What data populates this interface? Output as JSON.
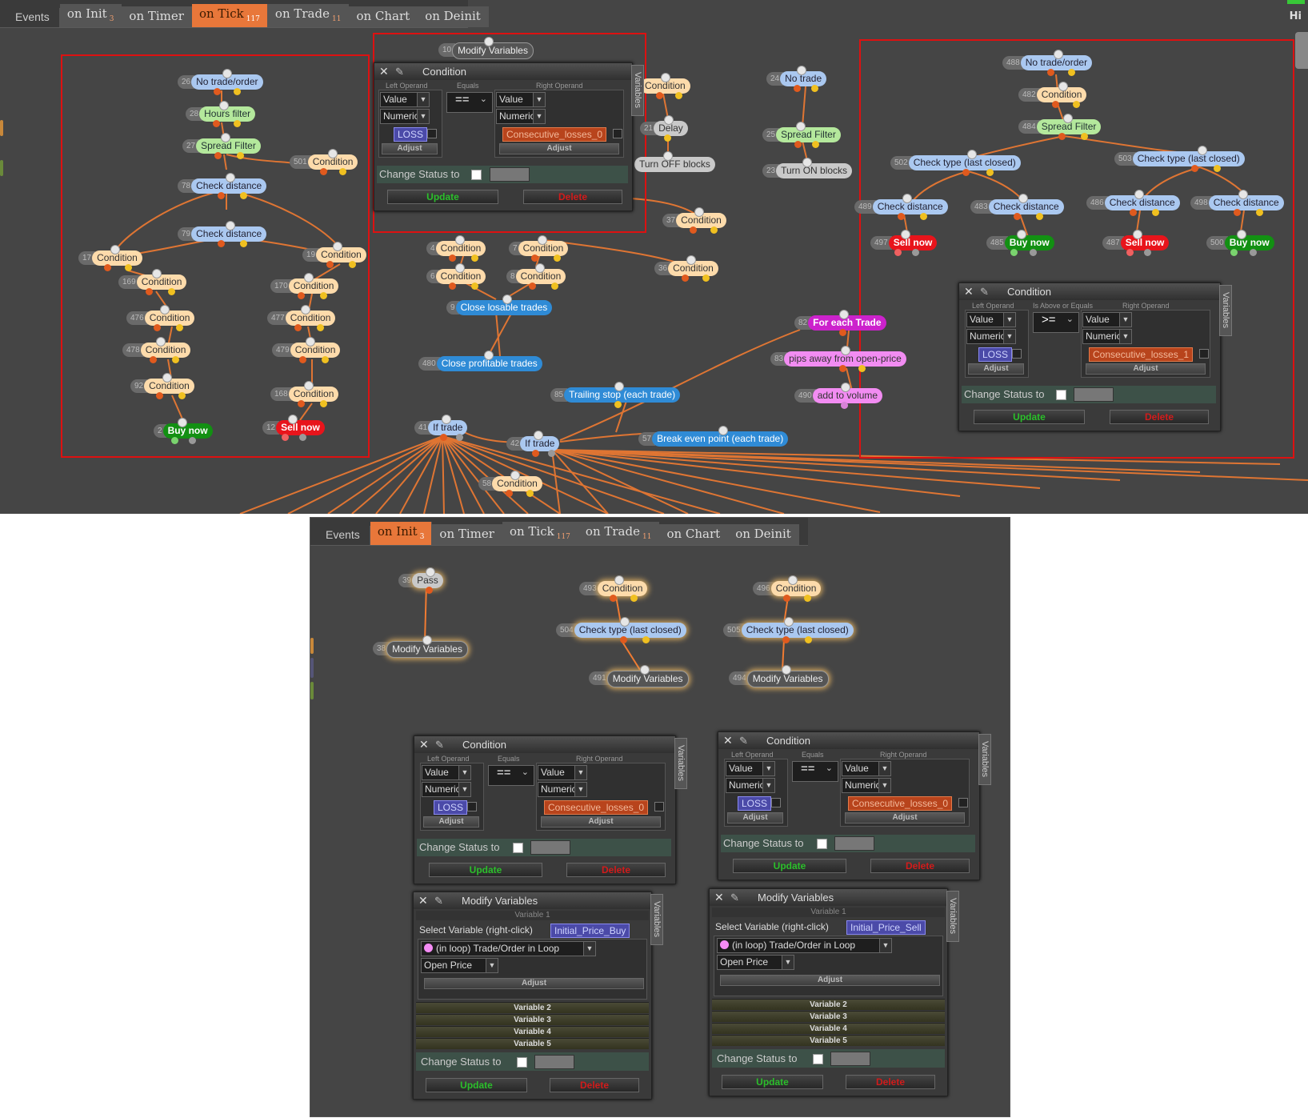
{
  "tabs": {
    "events_label": "Events",
    "init": "on Init",
    "init_count": "3",
    "timer": "on Timer",
    "tick": "on Tick",
    "tick_count": "117",
    "trade": "on Trade",
    "trade_count": "11",
    "chart": "on Chart",
    "deinit": "on Deinit"
  },
  "top_right_label": "Hi",
  "nodes": {
    "n10": {
      "num": "10",
      "label": "Modify Variables"
    },
    "n26": {
      "num": "26",
      "label": "No trade/order"
    },
    "n28": {
      "num": "28",
      "label": "Hours filter"
    },
    "n27": {
      "num": "27",
      "label": "Spread Filter"
    },
    "n501": {
      "num": "501",
      "label": "Condition"
    },
    "n78": {
      "num": "78",
      "label": "Check distance"
    },
    "n79": {
      "num": "79",
      "label": "Check distance"
    },
    "n17": {
      "num": "17",
      "label": "Condition"
    },
    "n19": {
      "num": "19",
      "label": "Condition"
    },
    "n169": {
      "num": "169",
      "label": "Condition"
    },
    "n170": {
      "num": "170",
      "label": "Condition"
    },
    "n476": {
      "num": "476",
      "label": "Condition"
    },
    "n477": {
      "num": "477",
      "label": "Condition"
    },
    "n478": {
      "num": "478",
      "label": "Condition"
    },
    "n479": {
      "num": "479",
      "label": "Condition"
    },
    "n92": {
      "num": "92",
      "label": "Condition"
    },
    "n168": {
      "num": "168",
      "label": "Condition"
    },
    "n2": {
      "num": "2",
      "label": "Buy now"
    },
    "n12": {
      "num": "12",
      "label": "Sell now"
    },
    "nc1": {
      "label": "Condition"
    },
    "n21": {
      "num": "21",
      "label": "Delay"
    },
    "nto": {
      "label": "Turn OFF blocks"
    },
    "n24": {
      "num": "24",
      "label": "No trade"
    },
    "n25": {
      "num": "25",
      "label": "Spread Filter"
    },
    "n23": {
      "num": "23",
      "label": "Turn ON blocks"
    },
    "n37": {
      "num": "37",
      "label": "Condition"
    },
    "n4": {
      "num": "4",
      "label": "Condition"
    },
    "n7": {
      "num": "7",
      "label": "Condition"
    },
    "n6": {
      "num": "6",
      "label": "Condition"
    },
    "n8": {
      "num": "8",
      "label": "Condition"
    },
    "n36": {
      "num": "36",
      "label": "Condition"
    },
    "n9": {
      "num": "9",
      "label": "Close losable trades"
    },
    "n480": {
      "num": "480",
      "label": "Close profitable trades"
    },
    "n82": {
      "num": "82",
      "label": "For each Trade"
    },
    "n83": {
      "num": "83",
      "label": "pips away from open-price"
    },
    "n490": {
      "num": "490",
      "label": "add to volume"
    },
    "n85": {
      "num": "85",
      "label": "Trailing stop (each trade)"
    },
    "n41": {
      "num": "41",
      "label": "If trade"
    },
    "n42": {
      "num": "42",
      "label": "If trade"
    },
    "n57": {
      "num": "57",
      "label": "Break even point (each trade)"
    },
    "n58": {
      "num": "58",
      "label": "Condition"
    },
    "n488": {
      "num": "488",
      "label": "No trade/order"
    },
    "n482": {
      "num": "482",
      "label": "Condition"
    },
    "n484": {
      "num": "484",
      "label": "Spread Filter"
    },
    "n502": {
      "num": "502",
      "label": "Check type (last closed)"
    },
    "n503": {
      "num": "503",
      "label": "Check type (last closed)"
    },
    "n489": {
      "num": "489",
      "label": "Check distance"
    },
    "n483": {
      "num": "483",
      "label": "Check distance"
    },
    "n486": {
      "num": "486",
      "label": "Check distance"
    },
    "n498": {
      "num": "498",
      "label": "Check distance"
    },
    "n497": {
      "num": "497",
      "label": "Sell now"
    },
    "n485": {
      "num": "485",
      "label": "Buy now"
    },
    "n487": {
      "num": "487",
      "label": "Sell now"
    },
    "n500": {
      "num": "500",
      "label": "Buy now"
    },
    "n39": {
      "num": "39",
      "label": "Pass"
    },
    "n38": {
      "num": "38",
      "label": "Modify Variables"
    },
    "n493": {
      "num": "493",
      "label": "Condition"
    },
    "n496": {
      "num": "496",
      "label": "Condition"
    },
    "n504": {
      "num": "504",
      "label": "Check type (last closed)"
    },
    "n505": {
      "num": "505",
      "label": "Check type (last closed)"
    },
    "n491": {
      "num": "491",
      "label": "Modify Variables"
    },
    "n494": {
      "num": "494",
      "label": "Modify Variables"
    }
  },
  "cond_win_a": {
    "title": "Condition",
    "vtab": "Variables",
    "left_caption": "Left Operand",
    "op_caption": "Equals",
    "right_caption": "Right Operand",
    "value": "Value",
    "numeric": "Numeric",
    "operator": "==",
    "left_var": "LOSS",
    "right_var": "Consecutive_losses_0",
    "adjust": "Adjust",
    "change_status": "Change Status to",
    "update": "Update",
    "delete": "Delete"
  },
  "cond_win_b": {
    "title": "Condition",
    "vtab": "Variables",
    "left_caption": "Left Operand",
    "op_caption": "Is Above or Equals",
    "right_caption": "Right Operand",
    "value": "Value",
    "numeric": "Numeric",
    "operator": ">=",
    "left_var": "LOSS",
    "right_var": "Consecutive_losses_1",
    "adjust": "Adjust",
    "change_status": "Change Status to",
    "update": "Update",
    "delete": "Delete"
  },
  "cond_win_c": {
    "title": "Condition",
    "vtab": "Variables",
    "left_caption": "Left Operand",
    "op_caption": "Equals",
    "right_caption": "Right Operand",
    "value": "Value",
    "numeric": "Numeric",
    "operator": "==",
    "left_var": "LOSS",
    "right_var": "Consecutive_losses_0",
    "adjust": "Adjust",
    "change_status": "Change Status to",
    "update": "Update",
    "delete": "Delete"
  },
  "cond_win_d": {
    "title": "Condition",
    "vtab": "Variables",
    "left_caption": "Left Operand",
    "op_caption": "Equals",
    "right_caption": "Right Operand",
    "value": "Value",
    "numeric": "Numeric",
    "operator": "==",
    "left_var": "LOSS",
    "right_var": "Consecutive_losses_0",
    "adjust": "Adjust",
    "change_status": "Change Status to",
    "update": "Update",
    "delete": "Delete"
  },
  "mod_win_a": {
    "title": "Modify Variables",
    "vtab": "Variables",
    "var1": "Variable 1",
    "select_label": "Select Variable (right-click)",
    "var_name": "Initial_Price_Buy",
    "loop_item": "(in loop) Trade/Order in Loop",
    "price": "Open Price",
    "adjust": "Adjust",
    "var2": "Variable 2",
    "var3": "Variable 3",
    "var4": "Variable 4",
    "var5": "Variable 5",
    "change_status": "Change Status to",
    "update": "Update",
    "delete": "Delete"
  },
  "mod_win_b": {
    "title": "Modify Variables",
    "vtab": "Variables",
    "var1": "Variable 1",
    "select_label": "Select Variable (right-click)",
    "var_name": "Initial_Price_Sell",
    "loop_item": "(in loop) Trade/Order in Loop",
    "price": "Open Price",
    "adjust": "Adjust",
    "var2": "Variable 2",
    "var3": "Variable 3",
    "var4": "Variable 4",
    "var5": "Variable 5",
    "change_status": "Change Status to",
    "update": "Update",
    "delete": "Delete"
  },
  "colors": {
    "accent_tab": "#e8773a",
    "wire": "#f07b32",
    "selection_box": "#dd1111",
    "buy": "#129012",
    "sell": "#e8141b"
  }
}
